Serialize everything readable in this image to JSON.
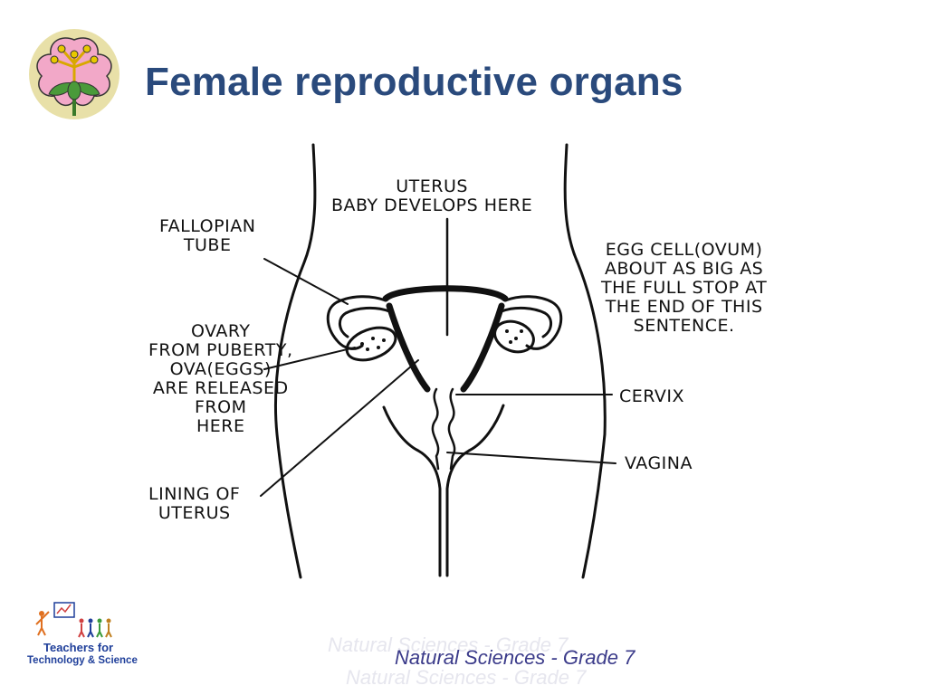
{
  "slide": {
    "title": "Female reproductive organs",
    "footer": "Natural Sciences - Grade 7",
    "footer_ghost_top": "Natural Sciences - Grade 7",
    "footer_ghost_bottom": "Natural Sciences - Grade 7"
  },
  "logos": {
    "flower": "flower-icon",
    "organisation_line1": "Teachers for",
    "organisation_line2": "Technology & Science"
  },
  "labels": {
    "uterus": "UTERUS\nBABY DEVELOPS HERE",
    "fallopian_tube": "FALLOPIAN\nTUBE",
    "ovary": "OVARY\nFROM PUBERTY,\nOVA(EGGS)\nARE RELEASED\nFROM\nHERE",
    "lining_of_uterus": "LINING OF\nUTERUS",
    "egg_cell": "EGG CELL(OVUM)\nABOUT AS BIG AS\nTHE FULL STOP AT\nTHE END OF THIS\nSENTENCE.",
    "cervix": "CERVIX",
    "vagina": "VAGINA"
  },
  "colors": {
    "title": "#2a4a7c",
    "footer": "#3b3b8a",
    "organisation": "#1f3f9a",
    "flower_petal": "#f2a8c8",
    "flower_disc": "#e8e0a8",
    "leaf": "#4a9a3a"
  }
}
